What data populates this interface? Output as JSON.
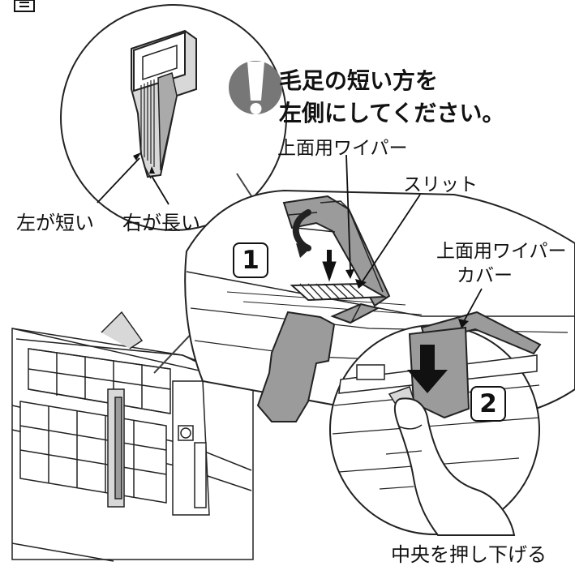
{
  "notice": {
    "icon": "exclamation-icon",
    "line1": "毛足の短い方を",
    "line2": "左側にしてください。"
  },
  "labels": {
    "left_short": "左が短い",
    "right_long": "右が長い",
    "top_wiper": "上面用ワイパー",
    "slit": "スリット",
    "wiper_cover_line1": "上面用ワイパー",
    "wiper_cover_line2": "カバー",
    "push_center": "中央を押し下げる"
  },
  "steps": {
    "one": "1",
    "two": "2"
  },
  "colors": {
    "line": "#222222",
    "part_gray": "#9b9b9b",
    "part_light": "#d8d8d8",
    "warning_gray": "#777777",
    "background": "#ffffff"
  }
}
